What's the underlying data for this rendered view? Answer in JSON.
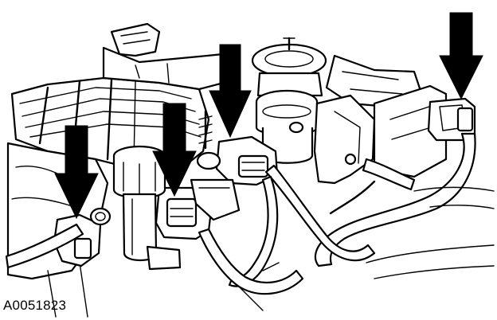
{
  "figure": {
    "id_label": "A0051823"
  },
  "callouts": [
    {
      "name": "arrow-1"
    },
    {
      "name": "arrow-2"
    },
    {
      "name": "arrow-3"
    },
    {
      "name": "arrow-4"
    }
  ]
}
